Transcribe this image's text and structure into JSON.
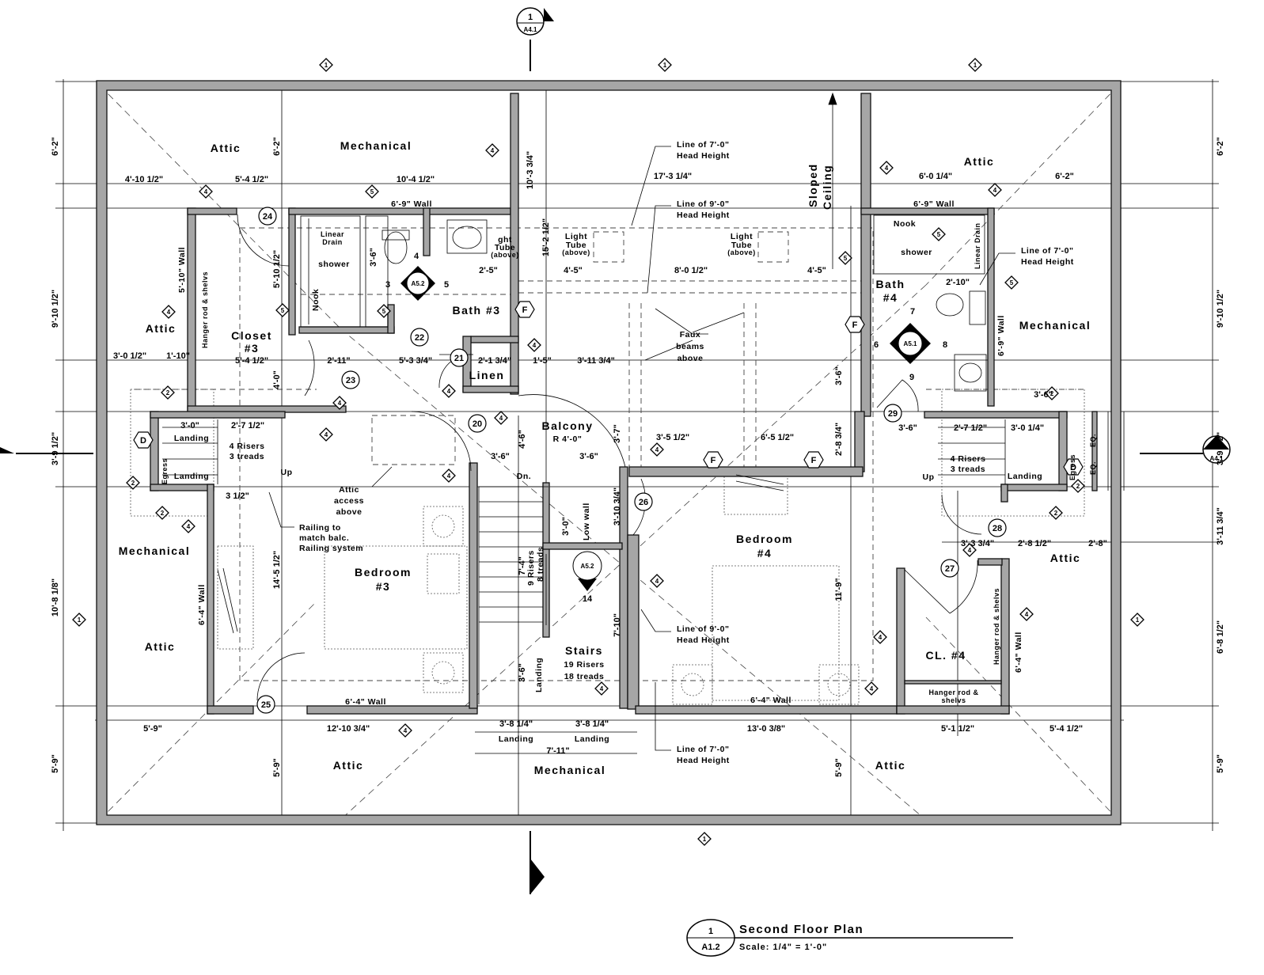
{
  "title_block": {
    "drawing_number": "1",
    "sheet": "A1.2",
    "title": "Second Floor Plan",
    "scale": "Scale: 1/4\" = 1'-0\""
  },
  "rooms": {
    "attic_tl": "Attic",
    "mech_top": "Mechanical",
    "attic_tr": "Attic",
    "attic_left": "Attic",
    "closet3_a": "Closet",
    "closet3_b": "#3",
    "bath3": "Bath #3",
    "linen": "Linen",
    "balcony": "Balcony",
    "balcony_r": "R 4'-0\"",
    "bath4_a": "Bath",
    "bath4_b": "#4",
    "mech_right": "Mechanical",
    "mech_left": "Mechanical",
    "bedroom3_a": "Bedroom",
    "bedroom3_b": "#3",
    "bedroom4_a": "Bedroom",
    "bedroom4_b": "#4",
    "attic_left_low": "Attic",
    "stairs": "Stairs",
    "stairs_risers": "19 Risers",
    "stairs_treads": "18 treads",
    "cl4": "CL. #4",
    "attic_right_mid": "Attic",
    "attic_bl": "Attic",
    "mech_bottom": "Mechanical",
    "attic_br": "Attic"
  },
  "notes": {
    "line7_top_a": "Line of 7'-0\"",
    "line7_top_b": "Head Height",
    "line9_top_a": "Line of 9'-0\"",
    "line9_top_b": "Head Height",
    "line7_right_a": "Line of 7'-0\"",
    "line7_right_b": "Head Height",
    "line9_low_a": "Line of 9'-0\"",
    "line9_low_b": "Head Height",
    "line7_bot_a": "Line of 7'-0\"",
    "line7_bot_b": "Head Height",
    "sloped_a": "Sloped",
    "sloped_b": "Ceiling",
    "light_tube1_a": "Light",
    "light_tube1_b": "Tube",
    "light_tube1_c": "(above)",
    "light_tube2_a": "Light",
    "light_tube2_b": "Tube",
    "light_tube2_c": "(above)",
    "light_tube3_a": "ght",
    "light_tube3_b": "Tube",
    "light_tube3_c": "(above)",
    "faux_a": "Faux",
    "faux_b": "beams",
    "faux_c": "above",
    "attic_access_a": "Attic",
    "attic_access_b": "access",
    "attic_access_c": "above",
    "railing_a": "Railing to",
    "railing_b": "match balc.",
    "railing_c": "Railing system",
    "shower_l": "shower",
    "shower_r": "shower",
    "linear_drain_l_a": "Linear",
    "linear_drain_l_b": "Drain",
    "linear_drain_r": "Linear Drain",
    "nook_l": "Nook",
    "nook_r": "Nook",
    "wall_69_l": "6'-9\" Wall",
    "wall_69_r": "6'-9\" Wall",
    "wall_510": "5'-10\" Wall",
    "wall_69_rv": "6'-9\" Wall",
    "wall_64_l": "6'-4\" Wall",
    "wall_64_bl": "6'-4\" Wall",
    "wall_64_br": "6'-4\" Wall",
    "wall_64_r": "6'-4\" Wall",
    "hanger_l": "Hanger rod & shelvs",
    "hanger_r": "Hanger rod & shelvs",
    "hanger_b_a": "Hanger rod &",
    "hanger_b_b": "shelvs",
    "landing_l1": "Landing",
    "landing_l2": "Landing",
    "egress_l": "Egress",
    "risers_l_a": "4 Risers",
    "risers_l_b": "3 treads",
    "up_l": "Up",
    "risers_r_a": "4 Risers",
    "risers_r_b": "3 treads",
    "up_r": "Up",
    "landing_r": "Landing",
    "egress_r": "Egress",
    "dn": "Dn.",
    "low_wall": "Low wall",
    "stair_9r": "9 Risers",
    "stair_8t": "8 treads",
    "landing_stair": "Landing",
    "landing_b1": "Landing",
    "landing_b2": "Landing",
    "eq1": "EQ.",
    "eq2": "EQ."
  },
  "dims": {
    "top_4_10": "4'-10 1/2\"",
    "top_5_4": "5'-4 1/2\"",
    "top_10_4": "10'-4 1/2\"",
    "top_17_3": "17'-3 1/4\"",
    "top_6_0": "6'-0 1/4\"",
    "top_6_2": "6'-2\"",
    "left_6_2": "6'-2\"",
    "left_9_10": "9'-10 1/2\"",
    "left_3_9": "3'-9 1/2\"",
    "left_10_8": "10'-8 1/8\"",
    "left_5_9": "5'-9\"",
    "right_6_2": "6'-2\"",
    "right_9_10": "9'-10 1/2\"",
    "right_3_9": "3'-9 1/2\"",
    "right_3_11": "3'-11 3/4\"",
    "right_6_8": "6'-8 1/2\"",
    "right_5_9": "5'-9\"",
    "in_6_2": "6'-2\"",
    "in_5_10": "5'-10 1/2\"",
    "in_3_6a": "3'-6\"",
    "in_10_3": "10'-3 3/4\"",
    "in_15_2": "15'-2 1/2\"",
    "in_2_5": "2'-5\"",
    "in_4_5a": "4'-5\"",
    "in_8_0": "8'-0 1/2\"",
    "in_4_5b": "4'-5\"",
    "in_2_10": "2'-10\"",
    "in_3_0": "3'-0 1/2\"",
    "in_1_10": "1'-10\"",
    "in_5_4b": "5'-4 1/2\"",
    "in_2_11": "2'-11\"",
    "in_5_3": "5'-3 3/4\"",
    "in_2_1": "2'-1 3/4\"",
    "in_1_5": "1'-5\"",
    "in_3_11": "3'-11 3/4\"",
    "in_4_0": "4'-0\"",
    "in_3_6b": "3'-6\"",
    "in_3_0b": "3'-0\"",
    "in_2_7a": "2'-7 1/2\"",
    "in_3_1_2": "3 1/2\"",
    "in_3_6c": "3'-6\"",
    "in_3_6d": "3'-6\"",
    "in_4_6": "4'-6\"",
    "in_3_7": "3'-7\"",
    "in_3_5": "3'-5 1/2\"",
    "in_6_5": "6'-5 1/2\"",
    "in_2_8": "2'-8 3/4\"",
    "in_3_6e": "3'-6\"",
    "in_3_6f": "3'-6\"",
    "in_2_7b": "2'-7 1/2\"",
    "in_3_0c": "3'-0 1/4\"",
    "in_3_6g": "3'-6\"",
    "in_3_3": "3'-3 3/4\"",
    "in_2_8b": "2'-8 1/2\"",
    "in_2_8c": "2'-8\"",
    "in_14_5": "14'-5 1/2\"",
    "in_7_4": "7'-4\"",
    "in_3_0d": "3'-0\"",
    "in_3_10": "3'-10 3/4\"",
    "in_7_10": "7'-10\"",
    "in_3_6h": "3'-6\"",
    "in_11_9": "11'-9\"",
    "bot_5_9": "5'-9\"",
    "bot_12_10": "12'-10 3/4\"",
    "bot_3_8a": "3'-8 1/4\"",
    "bot_3_8b": "3'-8 1/4\"",
    "bot_7_11": "7'-11\"",
    "bot_13_0": "13'-0 3/8\"",
    "bot_5_1": "5'-1 1/2\"",
    "bot_5_4": "5'-4 1/2\"",
    "bot_v_5_9a": "5'-9\"",
    "bot_v_5_9b": "5'-9\""
  },
  "sections": {
    "top_num": "1",
    "top_sheet": "A4.1",
    "right_num": "2",
    "right_sheet": "A4.1",
    "a52_top": "A5.2",
    "a51": "A5.1",
    "a52_stair": "A5.2",
    "n3": "3",
    "n4": "4",
    "n5": "5",
    "n6": "6",
    "n7": "7",
    "n8": "8",
    "n9": "9",
    "n14": "14"
  },
  "door_tags": [
    "20",
    "21",
    "22",
    "23",
    "24",
    "25",
    "26",
    "27",
    "28",
    "29"
  ],
  "symbols": {
    "f": "F",
    "d": "D",
    "wt1": "1",
    "wt2": "2",
    "wt4": "4",
    "wt5": "5"
  }
}
